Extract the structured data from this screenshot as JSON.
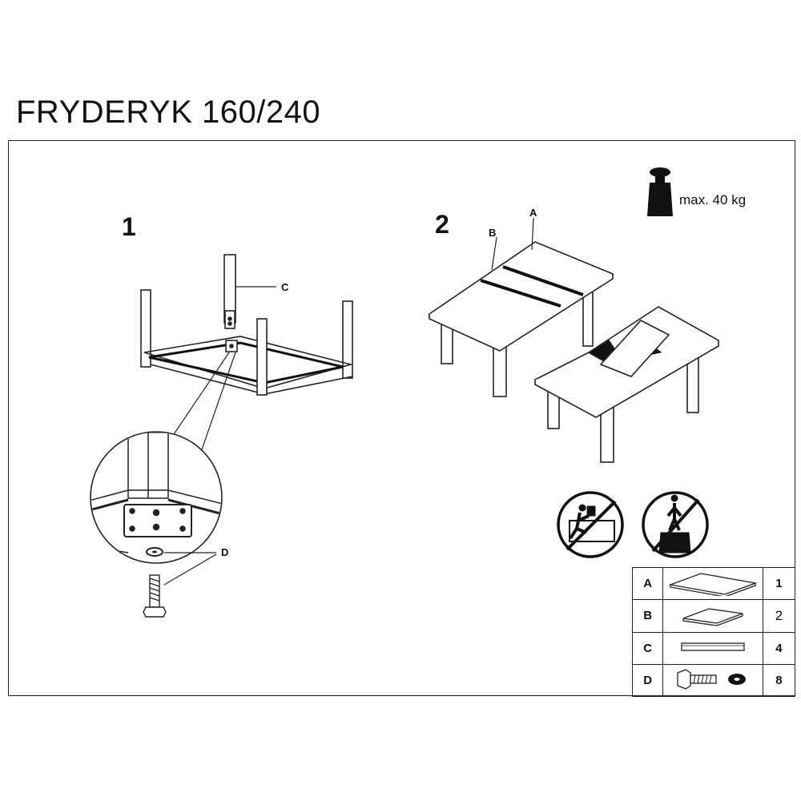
{
  "title": "FRYDERYK 160/240",
  "steps": {
    "step1": "1",
    "step2": "2"
  },
  "labels": {
    "c": "C",
    "d": "D",
    "a": "A",
    "b": "B"
  },
  "weight": {
    "text": "max. 40 kg",
    "icon": "weight-icon"
  },
  "warnings": [
    "no-climbing-icon",
    "no-standing-icon"
  ],
  "parts": [
    {
      "letter": "A",
      "icon": "large-panel-icon",
      "qty": "1"
    },
    {
      "letter": "B",
      "icon": "small-panel-icon",
      "qty": "2"
    },
    {
      "letter": "C",
      "icon": "leg-icon",
      "qty": "4"
    },
    {
      "letter": "D",
      "icon": "bolt-washer-icon",
      "qty": "8"
    }
  ]
}
